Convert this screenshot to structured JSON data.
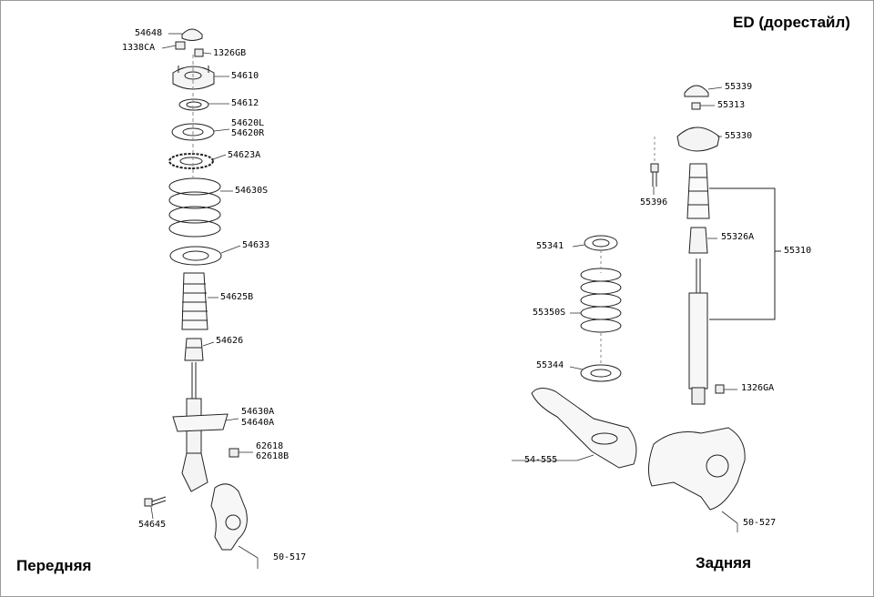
{
  "title": "ED (дорестайл)",
  "section_front": "Передняя",
  "section_rear": "Задняя",
  "front_parts": [
    "54648",
    "1338CA",
    "1326GB",
    "54610",
    "54612",
    "54620L",
    "54620R",
    "54623A",
    "54630S",
    "54633",
    "54625B",
    "54626",
    "54630A",
    "54640A",
    "62618",
    "62618B",
    "54645",
    "50-517"
  ],
  "rear_parts": [
    "55339",
    "55313",
    "55330",
    "55396",
    "55326A",
    "55310",
    "55341",
    "55350S",
    "55344",
    "1326GA",
    "54-555",
    "50-527"
  ]
}
